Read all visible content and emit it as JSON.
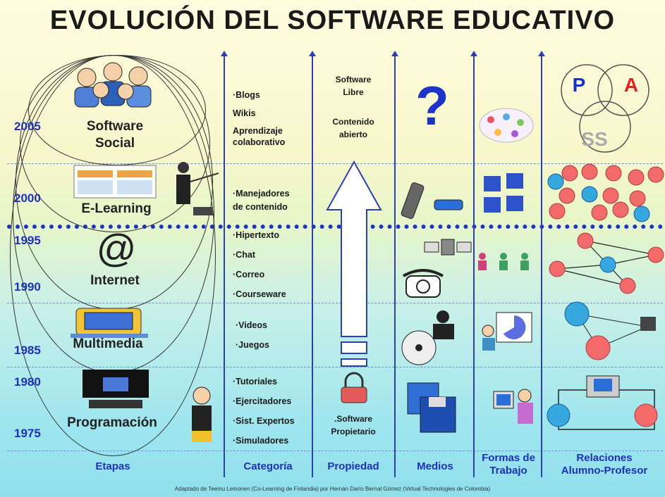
{
  "title": "EVOLUCIÓN DEL SOFTWARE EDUCATIVO",
  "years": [
    "2005",
    "2000",
    "1995",
    "1990",
    "1985",
    "1980",
    "1975"
  ],
  "stages": {
    "social": "Software Social",
    "elearning": "E-Learning",
    "internet": "Internet",
    "multimedia": "Multimedia",
    "programacion": "Programación"
  },
  "categories": {
    "social": [
      "·Blogs",
      "Wikis",
      "Aprendizaje",
      "colaborativo"
    ],
    "elearning": [
      "·Manejadores",
      "de contenido"
    ],
    "internet": [
      "·Hipertexto",
      "·Chat",
      "·Correo",
      "·Courseware"
    ],
    "multimedia": [
      "·Videos",
      "·Juegos"
    ],
    "programacion": [
      "·Tutoriales",
      "·Ejercitadores",
      "·Sist. Expertos",
      "·Simuladores"
    ]
  },
  "property": {
    "libre": [
      "Software",
      "Libre"
    ],
    "abierto": [
      "Contenido",
      "abierto"
    ],
    "propietario": [
      ".Software",
      "Propietario"
    ]
  },
  "relations_letters": {
    "p": "P",
    "a": "A",
    "ss": "SS"
  },
  "column_headers": {
    "etapas": "Etapas",
    "categoria": "Categoría",
    "propiedad": "Propiedad",
    "medios": "Medios",
    "formas_1": "Formas de",
    "formas_2": "Trabajo",
    "relaciones_1": "Relaciones",
    "relaciones_2": "Alumno-Profesor"
  },
  "footer": "Adaptado de Teemu Leinonen (Co-Learning de Finlandia) por Hernán Darío Bernal Gómez (Virtual Technologies de Colombia)",
  "colors": {
    "accent_blue": "#1c2fc2",
    "line_blue": "#2c3fb8",
    "red": "#e02020"
  }
}
